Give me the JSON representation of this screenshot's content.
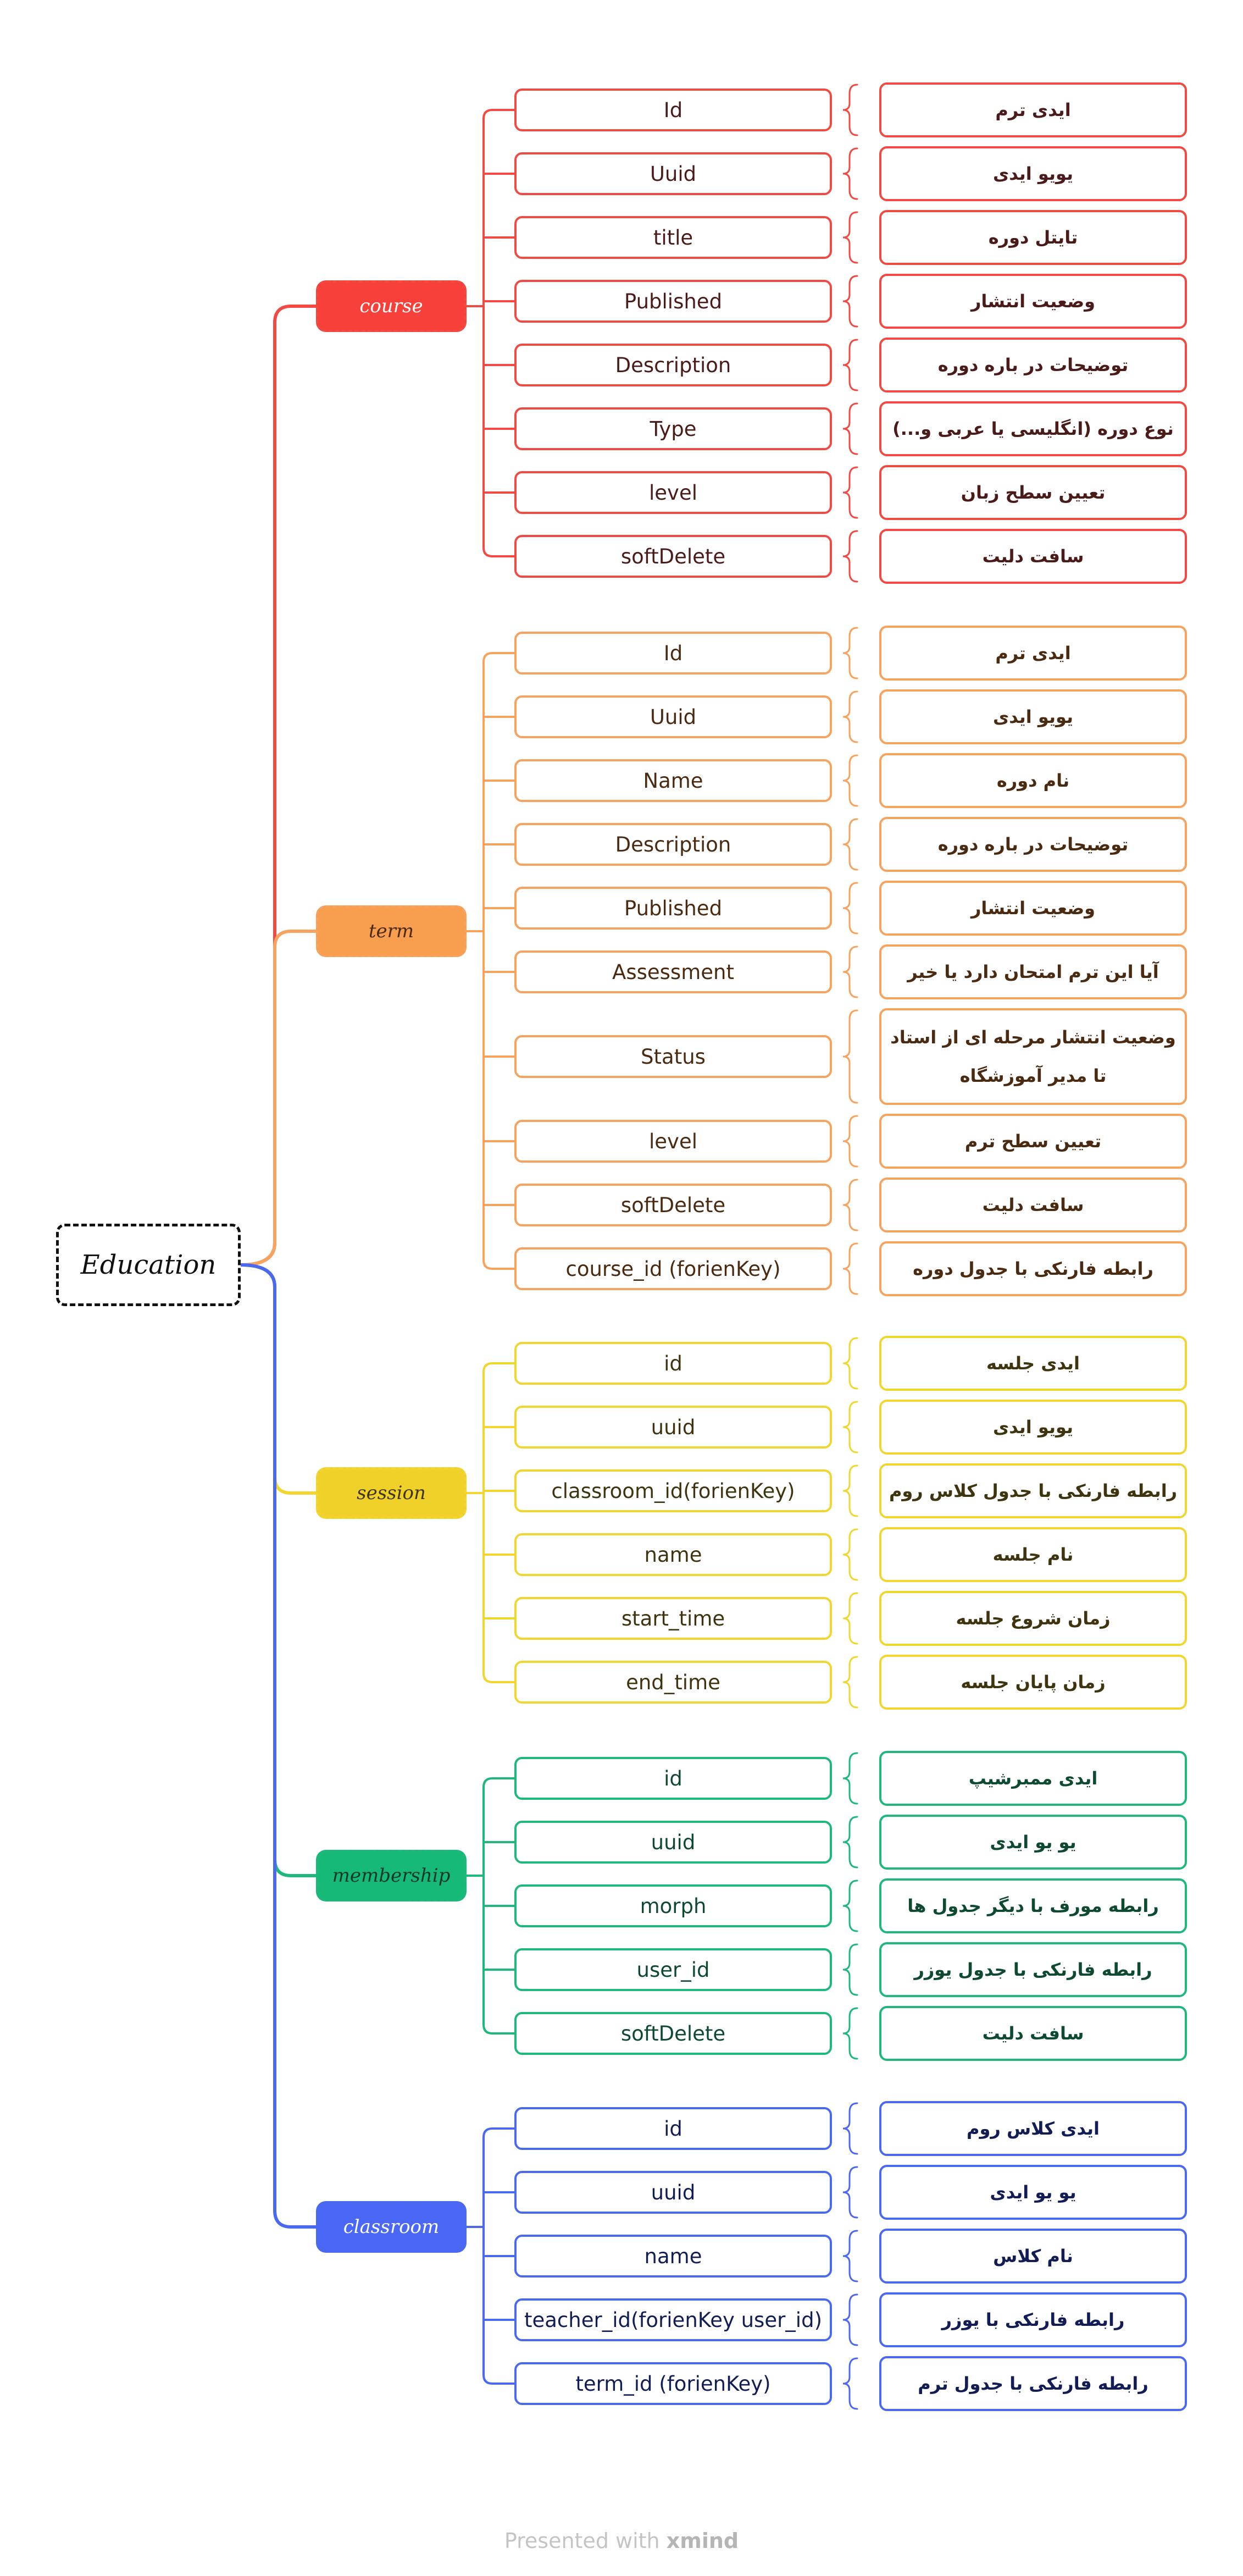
{
  "root": {
    "label": "Education"
  },
  "branches": [
    {
      "topic": "course",
      "color": "#f24a42",
      "fill": "#f7403a",
      "topic_text": "#ffffff",
      "text_color": "#4b1b19",
      "fields": [
        {
          "name": "Id",
          "desc": "ایدی ترم"
        },
        {
          "name": "Uuid",
          "desc": "یویو ایدی"
        },
        {
          "name": "title",
          "desc": "تایتل دوره"
        },
        {
          "name": "Published",
          "desc": "وضعیت انتشار"
        },
        {
          "name": "Description",
          "desc": "توضیحات در باره دوره"
        },
        {
          "name": "Type",
          "desc": "نوع دوره (انگلیسی یا عربی و...)"
        },
        {
          "name": "level",
          "desc": "تعیین سطح زبان"
        },
        {
          "name": "softDelete",
          "desc": "سافت دلیت"
        }
      ]
    },
    {
      "topic": "term",
      "color": "#f7a25d",
      "fill": "#f79e4f",
      "topic_text": "#4a2a10",
      "text_color": "#4a2a10",
      "fields": [
        {
          "name": "Id",
          "desc": "ایدی ترم"
        },
        {
          "name": "Uuid",
          "desc": "یویو ایدی"
        },
        {
          "name": "Name",
          "desc": "نام دوره"
        },
        {
          "name": "Description",
          "desc": "توضیحات در باره دوره"
        },
        {
          "name": "Published",
          "desc": "وضعیت انتشار"
        },
        {
          "name": "Assessment",
          "desc": "آیا این ترم امتحان دارد یا خیر"
        },
        {
          "name": "Status",
          "desc": "وضعیت انتشار مرحله ای از استاد تا مدیر آموزشگاه"
        },
        {
          "name": "level",
          "desc": "تعیین سطح ترم"
        },
        {
          "name": "softDelete",
          "desc": "سافت دلیت"
        },
        {
          "name": "course_id (forienKey)",
          "desc": "رابطه فارنکی با جدول دوره"
        }
      ]
    },
    {
      "topic": "session",
      "color": "#f2d630",
      "fill": "#f0d12a",
      "topic_text": "#3e3410",
      "text_color": "#3e3410",
      "fields": [
        {
          "name": "id",
          "desc": "ایدی جلسه"
        },
        {
          "name": "uuid",
          "desc": "یویو ایدی"
        },
        {
          "name": "classroom_id(forienKey)",
          "desc": "رابطه فارنکی با جدول کلاس روم"
        },
        {
          "name": "name",
          "desc": "نام جلسه"
        },
        {
          "name": "start_time",
          "desc": "زمان شروع جلسه"
        },
        {
          "name": "end_time",
          "desc": "زمان پایان جلسه"
        }
      ]
    },
    {
      "topic": "membership",
      "color": "#1eb87c",
      "fill": "#17b978",
      "topic_text": "#0d3a26",
      "text_color": "#0d4a30",
      "fields": [
        {
          "name": "id",
          "desc": "ایدی ممبرشیپ"
        },
        {
          "name": "uuid",
          "desc": "یو یو ایدی"
        },
        {
          "name": "morph",
          "desc": "رابطه مورف با دیگر جدول ها"
        },
        {
          "name": "user_id",
          "desc": "رابطه فارنکی با جدول یوزر"
        },
        {
          "name": "softDelete",
          "desc": "سافت دلیت"
        }
      ]
    },
    {
      "topic": "classroom",
      "color": "#4a69f0",
      "fill": "#4a67f5",
      "topic_text": "#ffffff",
      "text_color": "#121d55",
      "fields": [
        {
          "name": "id",
          "desc": "ایدی کلاس روم"
        },
        {
          "name": "uuid",
          "desc": "یو یو ایدی"
        },
        {
          "name": "name",
          "desc": "نام کلاس"
        },
        {
          "name": "teacher_id(forienKey user_id)",
          "desc": "رابطه فارنکی با یوزر"
        },
        {
          "name": "term_id (forienKey)",
          "desc": "رابطه فارنکی با جدول ترم"
        }
      ]
    }
  ],
  "footer": {
    "prefix": "Presented with",
    "brand": "xmind"
  }
}
